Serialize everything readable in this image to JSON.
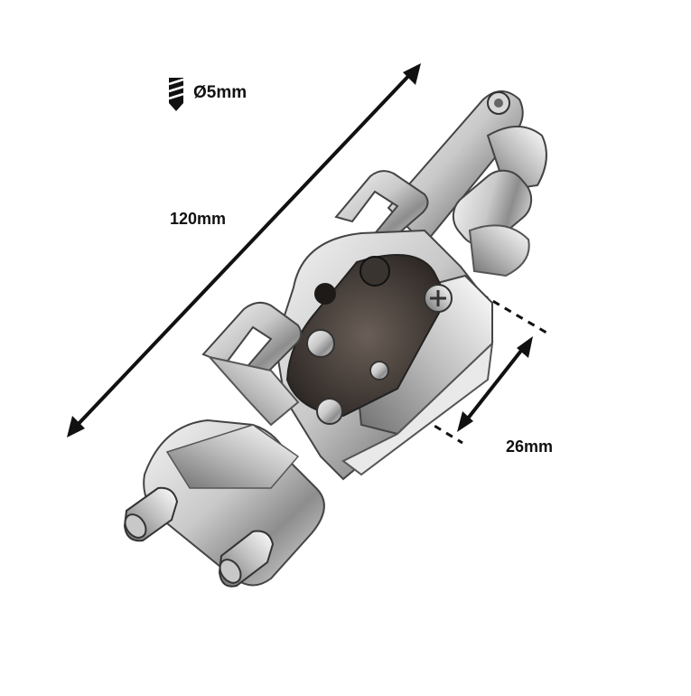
{
  "dimensions": {
    "drill_diameter": "Ø5mm",
    "length": "120mm",
    "depth": "26mm"
  },
  "colors": {
    "text": "#111111",
    "chrome_light": "#eeeeee",
    "chrome_mid": "#b8b8b8",
    "chrome_dark": "#555555",
    "mechanism_dark": "#3a3431"
  },
  "icons": {
    "drill": "drill-bit-icon"
  }
}
